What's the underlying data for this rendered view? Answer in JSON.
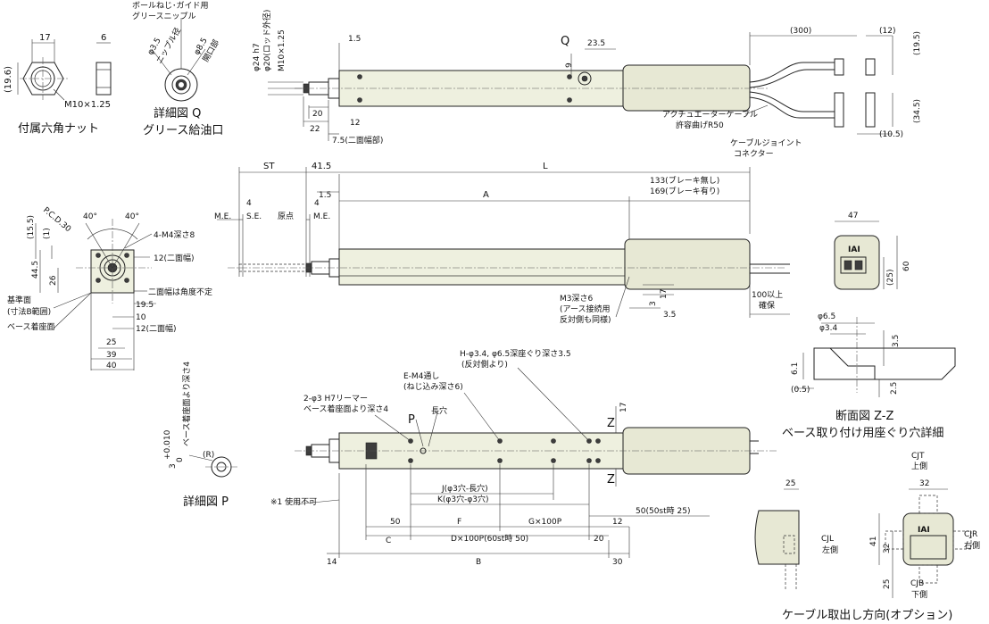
{
  "nut": {
    "title": "付属六角ナット",
    "w17": "17",
    "w6": "6",
    "h196": "(19.6)",
    "thread": "M10×1.25"
  },
  "detailQ": {
    "title1": "詳細図 Q",
    "title2": "グリース給油口",
    "label1": "ボールねじ･ガイド用",
    "label2": "グリースニップル",
    "d35": "φ3.5",
    "nipple": "ニップル径",
    "d85": "φ8.5",
    "opening": "開口部"
  },
  "top": {
    "q": "Q",
    "d235": "23.5",
    "d9": "9",
    "d24": "φ24 h7",
    "d20": "φ20(ロッド外径)",
    "m10": "M10×1.25",
    "d15": "1.5",
    "d20b": "20",
    "d22": "22",
    "d12": "12",
    "d75": "7.5(二面幅部)",
    "d300": "(300)",
    "d12b": "(12)",
    "d195": "(19.5)",
    "d345": "(34.5)",
    "d105": "(10.5)",
    "cable1": "アクチュエーターケーブル",
    "cable2": "許容曲げR50",
    "joint1": "ケーブルジョイント",
    "joint2": "コネクター"
  },
  "side": {
    "st": "ST",
    "d415": "41.5",
    "L": "L",
    "d15": "1.5",
    "A": "A",
    "b133": "133(ブレーキ無し)",
    "b169": "169(ブレーキ有り)",
    "me": "M.E.",
    "se": "S.E.",
    "origin": "原点",
    "four": "4",
    "m3a": "M3深さ6",
    "m3b": "(アース接続用",
    "m3c": "反対側も同様)",
    "d3": "3",
    "d17": "17",
    "d35": "3.5",
    "d100a": "100以上",
    "d100b": "確保"
  },
  "front": {
    "pcd": "P.C.D.30",
    "a40": "40°",
    "d155": "(15.5)",
    "d1": "(1)",
    "d445": "44.5",
    "d26": "26",
    "m4": "4-M4深さ8",
    "n12": "12(二面幅)",
    "angle": "二面幅は角度不定",
    "d195": "19.5",
    "d10": "10",
    "ref1": "基準面",
    "ref2": "(寸法B範囲)",
    "base": "ベース着座面",
    "d25": "25",
    "d39": "39",
    "d40": "40"
  },
  "conn": {
    "d47": "47",
    "d60": "60",
    "d25": "(25)",
    "iai": "IAI"
  },
  "zz": {
    "d65": "φ6.5",
    "d34": "φ3.4",
    "d35": "3.5",
    "d61": "6.1",
    "d05": "(0.5)",
    "d25": "2.5",
    "title1": "断面図 Z-Z",
    "title2": "ベース取り付け用座ぐり穴詳細"
  },
  "detailP": {
    "title": "詳細図 P",
    "depth": "ベース着座面より深さ4",
    "dim3": "3",
    "tol": "+0.010",
    "tol0": "0",
    "r": "(R)"
  },
  "bottom": {
    "h1": "H-φ3.4, φ6.5深座ぐり深さ3.5",
    "h2": "(反対側より)",
    "e1": "E-M4通し",
    "e2": "(ねじ込み深さ6)",
    "r1": "2-φ3 H7リーマー",
    "r2": "ベース着座面より深さ4",
    "p": "P",
    "slot": "長穴",
    "z": "Z",
    "d17": "17",
    "J": "J(φ3穴-長穴)",
    "K": "K(φ3穴-φ3穴)",
    "note": "※1 使用不可",
    "d50st": "50(50st時 25)",
    "d50": "50",
    "F": "F",
    "G": "G×100P",
    "d12": "12",
    "C": "C",
    "D": "D×100P(60st時 50)",
    "d20": "20",
    "d14": "14",
    "B": "B",
    "d30": "30"
  },
  "option": {
    "d25": "25",
    "d32": "32",
    "cjt1": "CJT",
    "cjt2": "上側",
    "cjl1": "CJL",
    "cjl2": "左側",
    "cjr1": "CJR",
    "cjr2": "右側",
    "cjb1": "CJB",
    "cjb2": "下側",
    "d41": "41",
    "d32b": "32",
    "d25b": "25",
    "title": "ケーブル取出し方向(オプション)",
    "iai": "IAI"
  }
}
